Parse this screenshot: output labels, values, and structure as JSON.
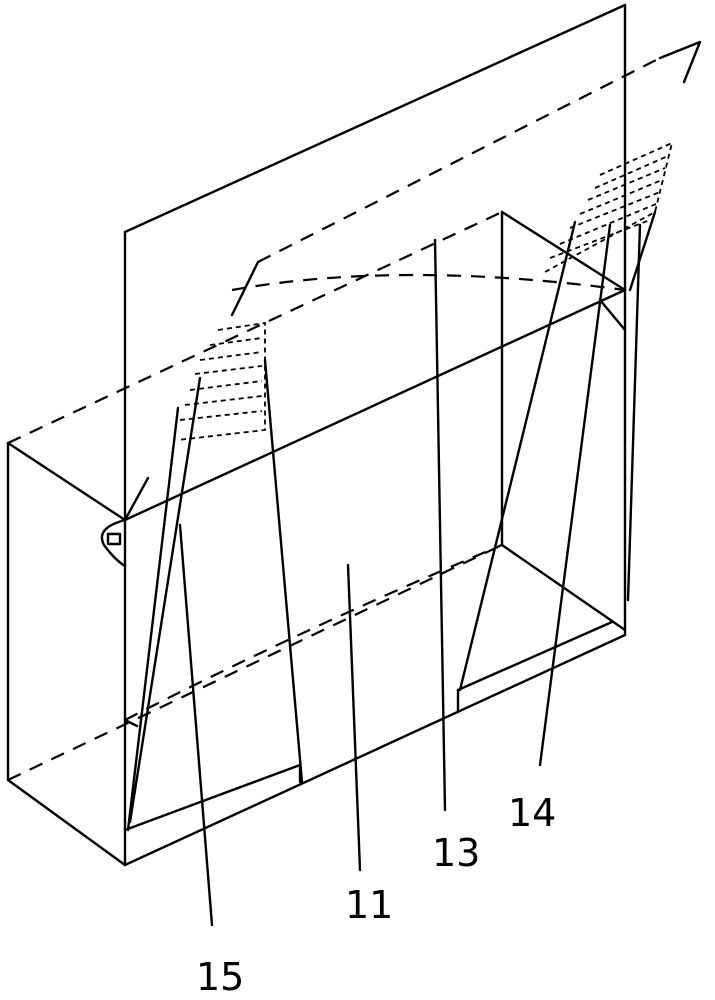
{
  "figure": {
    "labels": [
      {
        "id": "callout-11",
        "text": "11"
      },
      {
        "id": "callout-13",
        "text": "13"
      },
      {
        "id": "callout-14",
        "text": "14"
      },
      {
        "id": "callout-15",
        "text": "15"
      }
    ],
    "colors": {
      "ink": "#000000",
      "background": "#ffffff"
    }
  }
}
